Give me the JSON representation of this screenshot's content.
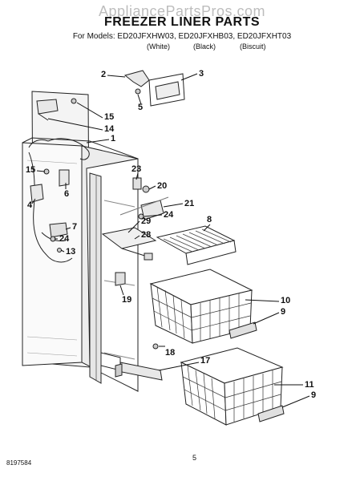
{
  "watermark": "AppliancePartsPros.com",
  "header": {
    "title": "FREEZER LINER PARTS",
    "models_line": "For Models: ED20JFXHW03, ED20JFXHB03, ED20JFXHT03",
    "color_white": "(White)",
    "color_black": "(Black)",
    "color_biscuit": "(Biscuit)"
  },
  "callouts": {
    "c2": "2",
    "c3": "3",
    "c5": "5",
    "c15a": "15",
    "c14": "14",
    "c1": "1",
    "c15b": "15",
    "c6": "6",
    "c4": "4",
    "c23": "23",
    "c20": "20",
    "c21": "21",
    "c24a": "24",
    "c8": "8",
    "c29": "29",
    "c28": "28",
    "c7": "7",
    "c24b": "24",
    "c13": "13",
    "c19": "19",
    "c10": "10",
    "c9a": "9",
    "c18": "18",
    "c17": "17",
    "c11": "11",
    "c9b": "9"
  },
  "footer": {
    "doc_number": "8197584",
    "page_number": "5"
  }
}
